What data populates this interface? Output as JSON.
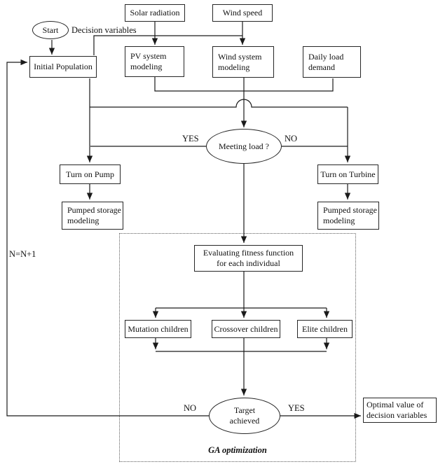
{
  "nodes": {
    "start": {
      "label": "Start"
    },
    "solar_radiation": {
      "label": "Solar radiation"
    },
    "wind_speed": {
      "label": "Wind speed"
    },
    "initial_population": {
      "label": "Initial Population"
    },
    "pv_system_modeling": {
      "line1": "PV system",
      "line2": "modeling"
    },
    "wind_system_modeling": {
      "line1": "Wind system",
      "line2": "modeling"
    },
    "daily_load_demand": {
      "line1": "Daily load",
      "line2": "demand"
    },
    "meeting_load": {
      "label": "Meeting load ?"
    },
    "turn_on_pump": {
      "label": "Turn on Pump"
    },
    "turn_on_turbine": {
      "label": "Turn on Turbine"
    },
    "pumped_storage_left": {
      "line1": "Pumped storage",
      "line2": "modeling"
    },
    "pumped_storage_right": {
      "line1": "Pumped storage",
      "line2": "modeling"
    },
    "evaluating_fitness": {
      "line1": "Evaluating fitness function",
      "line2": "for each individual"
    },
    "mutation_children": {
      "label": "Mutation children"
    },
    "crossover_children": {
      "label": "Crossover children"
    },
    "elite_children": {
      "label": "Elite children"
    },
    "target_achieved": {
      "line1": "Target",
      "line2": "achieved"
    },
    "optimal_value": {
      "line1": "Optimal value of",
      "line2": "decision variables"
    }
  },
  "labels": {
    "decision_variables": "Decision variables",
    "yes_branch": "YES",
    "no_branch": "NO",
    "no_loop": "NO",
    "yes_output": "YES",
    "iteration_counter": "N=N+1",
    "ga_region": "GA optimization"
  },
  "colors": {
    "line": "#1a1a1a",
    "box_border": "#262626",
    "background": "#ffffff",
    "text": "#111111",
    "dotted_region": "#5a5a5a"
  }
}
